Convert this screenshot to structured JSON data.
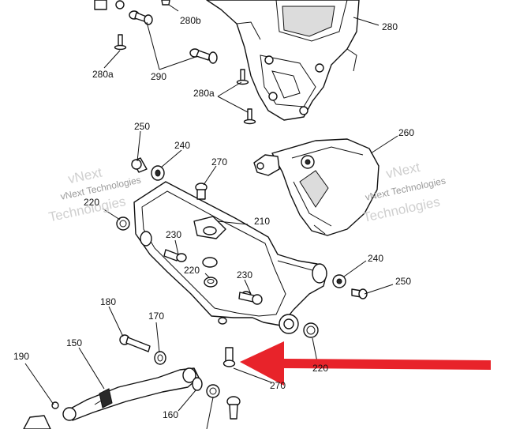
{
  "watermark": {
    "left_line1": "vNext",
    "left_line2": "vNext Technologies",
    "left_line3": "Technologies",
    "right_line1": "vNext",
    "right_line2": "vNext Technologies",
    "right_line3": "Technologies"
  },
  "callouts": [
    {
      "id": "c-280b",
      "text": "280b"
    },
    {
      "id": "c-280",
      "text": "280"
    },
    {
      "id": "c-280a-top",
      "text": "280a"
    },
    {
      "id": "c-290",
      "text": "290"
    },
    {
      "id": "c-280a-mid",
      "text": "280a"
    },
    {
      "id": "c-250-top",
      "text": "250"
    },
    {
      "id": "c-240-top",
      "text": "240"
    },
    {
      "id": "c-270-top",
      "text": "270"
    },
    {
      "id": "c-260",
      "text": "260"
    },
    {
      "id": "c-220-left",
      "text": "220"
    },
    {
      "id": "c-210",
      "text": "210"
    },
    {
      "id": "c-230-top",
      "text": "230"
    },
    {
      "id": "c-220-mid",
      "text": "220"
    },
    {
      "id": "c-230-right",
      "text": "230"
    },
    {
      "id": "c-240-right",
      "text": "240"
    },
    {
      "id": "c-250-right",
      "text": "250"
    },
    {
      "id": "c-180",
      "text": "180"
    },
    {
      "id": "c-170",
      "text": "170"
    },
    {
      "id": "c-150",
      "text": "150"
    },
    {
      "id": "c-190",
      "text": "190"
    },
    {
      "id": "c-220-bottom",
      "text": "220"
    },
    {
      "id": "c-270-bottom",
      "text": "270"
    },
    {
      "id": "c-160",
      "text": "160"
    }
  ],
  "colors": {
    "arrow": "#e8232a",
    "line": "#111111",
    "background": "#ffffff"
  }
}
